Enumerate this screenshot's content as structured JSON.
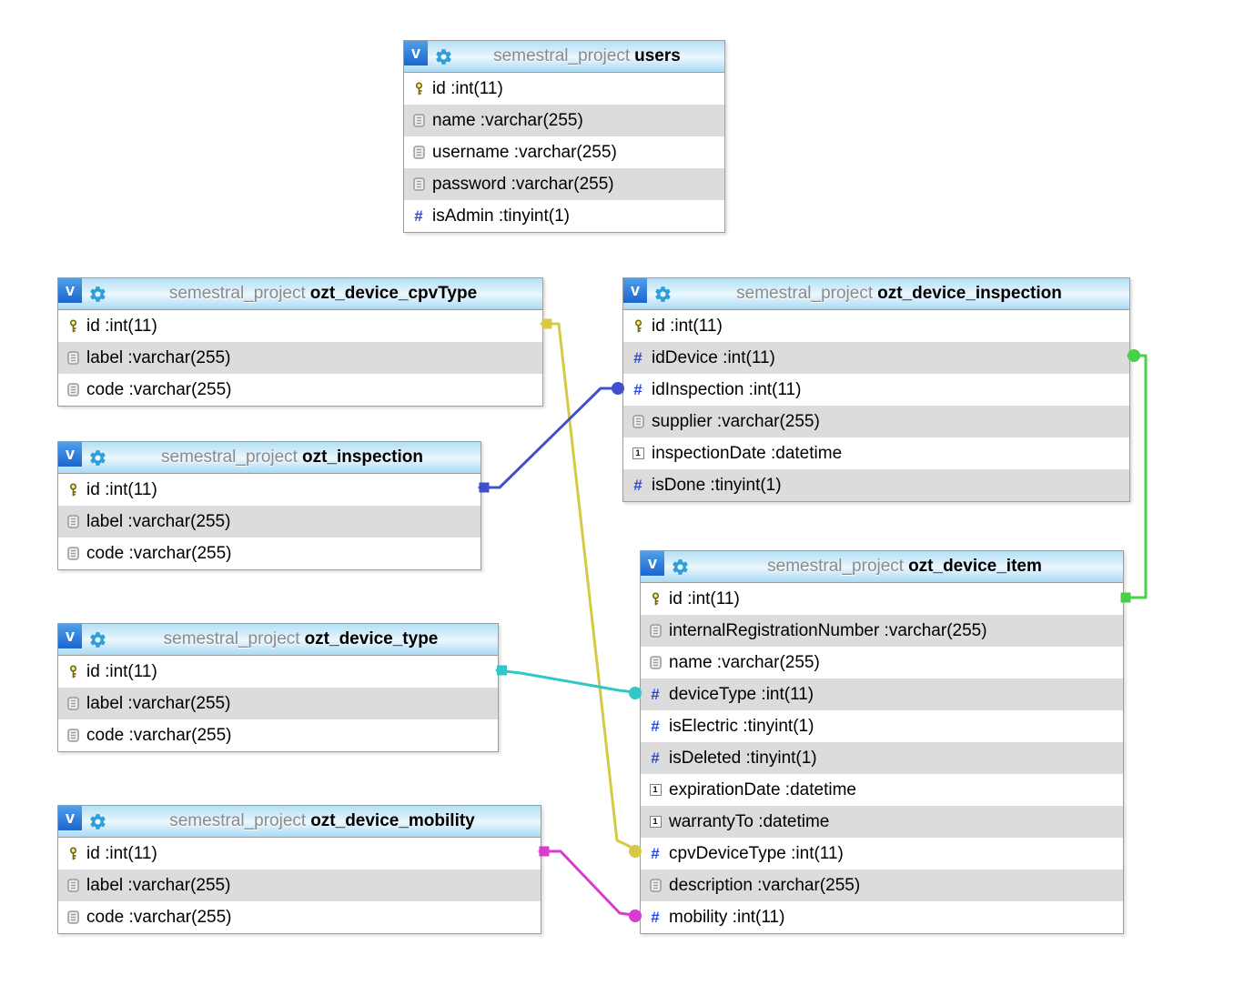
{
  "diagram": {
    "database": "semestral_project",
    "toggle_label": "v",
    "icons": {
      "numeric_glyph": "#",
      "datetime_glyph": "1"
    },
    "tables": [
      {
        "name": "users",
        "columns": [
          {
            "name": "id",
            "type": "int(11)",
            "icon": "primary-key"
          },
          {
            "name": "name",
            "type": "varchar(255)",
            "icon": "text"
          },
          {
            "name": "username",
            "type": "varchar(255)",
            "icon": "text"
          },
          {
            "name": "password",
            "type": "varchar(255)",
            "icon": "text"
          },
          {
            "name": "isAdmin",
            "type": "tinyint(1)",
            "icon": "numeric"
          }
        ]
      },
      {
        "name": "ozt_device_cpvType",
        "columns": [
          {
            "name": "id",
            "type": "int(11)",
            "icon": "primary-key"
          },
          {
            "name": "label",
            "type": "varchar(255)",
            "icon": "text"
          },
          {
            "name": "code",
            "type": "varchar(255)",
            "icon": "text"
          }
        ]
      },
      {
        "name": "ozt_device_inspection",
        "columns": [
          {
            "name": "id",
            "type": "int(11)",
            "icon": "primary-key"
          },
          {
            "name": "idDevice",
            "type": "int(11)",
            "icon": "numeric"
          },
          {
            "name": "idInspection",
            "type": "int(11)",
            "icon": "numeric"
          },
          {
            "name": "supplier",
            "type": "varchar(255)",
            "icon": "text"
          },
          {
            "name": "inspectionDate",
            "type": "datetime",
            "icon": "datetime"
          },
          {
            "name": "isDone",
            "type": "tinyint(1)",
            "icon": "numeric"
          }
        ]
      },
      {
        "name": "ozt_inspection",
        "columns": [
          {
            "name": "id",
            "type": "int(11)",
            "icon": "primary-key"
          },
          {
            "name": "label",
            "type": "varchar(255)",
            "icon": "text"
          },
          {
            "name": "code",
            "type": "varchar(255)",
            "icon": "text"
          }
        ]
      },
      {
        "name": "ozt_device_type",
        "columns": [
          {
            "name": "id",
            "type": "int(11)",
            "icon": "primary-key"
          },
          {
            "name": "label",
            "type": "varchar(255)",
            "icon": "text"
          },
          {
            "name": "code",
            "type": "varchar(255)",
            "icon": "text"
          }
        ]
      },
      {
        "name": "ozt_device_item",
        "columns": [
          {
            "name": "id",
            "type": "int(11)",
            "icon": "primary-key"
          },
          {
            "name": "internalRegistrationNumber",
            "type": "varchar(255)",
            "icon": "text"
          },
          {
            "name": "name",
            "type": "varchar(255)",
            "icon": "text"
          },
          {
            "name": "deviceType",
            "type": "int(11)",
            "icon": "numeric"
          },
          {
            "name": "isElectric",
            "type": "tinyint(1)",
            "icon": "numeric"
          },
          {
            "name": "isDeleted",
            "type": "tinyint(1)",
            "icon": "numeric"
          },
          {
            "name": "expirationDate",
            "type": "datetime",
            "icon": "datetime"
          },
          {
            "name": "warrantyTo",
            "type": "datetime",
            "icon": "datetime"
          },
          {
            "name": "cpvDeviceType",
            "type": "int(11)",
            "icon": "numeric"
          },
          {
            "name": "description",
            "type": "varchar(255)",
            "icon": "text"
          },
          {
            "name": "mobility",
            "type": "int(11)",
            "icon": "numeric"
          }
        ]
      },
      {
        "name": "ozt_device_mobility",
        "columns": [
          {
            "name": "id",
            "type": "int(11)",
            "icon": "primary-key"
          },
          {
            "name": "label",
            "type": "varchar(255)",
            "icon": "text"
          },
          {
            "name": "code",
            "type": "varchar(255)",
            "icon": "text"
          }
        ]
      }
    ],
    "relations": [
      {
        "from_table": "ozt_device_cpvType",
        "from_column": "id",
        "to_table": "ozt_device_item",
        "to_column": "cpvDeviceType",
        "color": "#d6ca45"
      },
      {
        "from_table": "ozt_inspection",
        "from_column": "id",
        "to_table": "ozt_device_inspection",
        "to_column": "idInspection",
        "color": "#4050cc"
      },
      {
        "from_table": "ozt_device_type",
        "from_column": "id",
        "to_table": "ozt_device_item",
        "to_column": "deviceType",
        "color": "#30c7c7"
      },
      {
        "from_table": "ozt_device_item",
        "from_column": "id",
        "to_table": "ozt_device_inspection",
        "to_column": "idDevice",
        "color": "#47d147"
      },
      {
        "from_table": "ozt_device_mobility",
        "from_column": "id",
        "to_table": "ozt_device_item",
        "to_column": "mobility",
        "color": "#d83bd0"
      }
    ]
  }
}
